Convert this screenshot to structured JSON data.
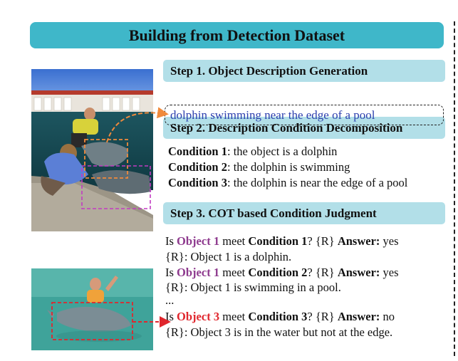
{
  "title": "Building from Detection Dataset",
  "steps": [
    "Step 1. Object Description Generation",
    "Step 2. Description Condition Decomposition",
    "Step 3. COT based Condition Judgment"
  ],
  "description": "dolphin swimming near the edge of a pool",
  "conditions": [
    {
      "label": "Condition 1",
      "text": ": the object is a dolphin"
    },
    {
      "label": "Condition 2",
      "text": ": the dolphin is swimming"
    },
    {
      "label": "Condition 3",
      "text": ": the dolphin is near the edge of a pool"
    }
  ],
  "judgment": {
    "is": "Is ",
    "meet": " meet ",
    "placeholder_r": "? {R} ",
    "answer_label": "Answer:",
    "rows": [
      {
        "object": "Object 1",
        "condition": "Condition 1",
        "answer": " yes",
        "reason": "{R}: Object 1 is a dolphin."
      },
      {
        "object": "Object 1",
        "condition": "Condition 2",
        "answer": " yes",
        "reason": "{R}: Object 1 is swimming in a pool."
      },
      {
        "object": "Object 3",
        "condition": "Condition 3",
        "answer": " no",
        "reason": "{R}: Object 3 is in the water but not at the edge."
      }
    ],
    "ellipsis": "..."
  },
  "colors": {
    "banner": "#3fb7c9",
    "step_bg": "#b2dfe8",
    "description_text": "#2c3fae",
    "object_purple": "#8e3a8e",
    "object_red": "#e0262d",
    "box_orange": "#f08a3c",
    "box_magenta": "#c23bc2",
    "box_red": "#e0262d"
  }
}
